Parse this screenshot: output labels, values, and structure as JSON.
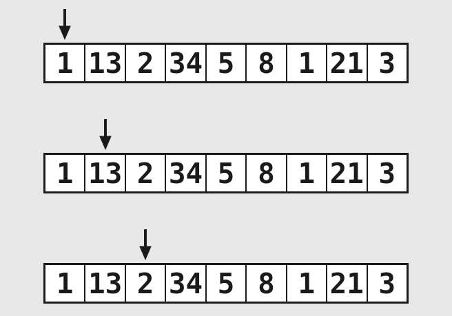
{
  "diagram": {
    "steps": [
      {
        "pointer_cell_index": 0,
        "cells": [
          "1",
          "13",
          "2",
          "34",
          "5",
          "8",
          "1",
          "21",
          "3"
        ]
      },
      {
        "pointer_cell_index": 1,
        "cells": [
          "1",
          "13",
          "2",
          "34",
          "5",
          "8",
          "1",
          "21",
          "3"
        ]
      },
      {
        "pointer_cell_index": 2,
        "cells": [
          "1",
          "13",
          "2",
          "34",
          "5",
          "8",
          "1",
          "21",
          "3"
        ]
      }
    ]
  },
  "colors": {
    "background": "#e8e8e8",
    "cell_fill": "#ffffff",
    "line": "#1a1a1a"
  }
}
